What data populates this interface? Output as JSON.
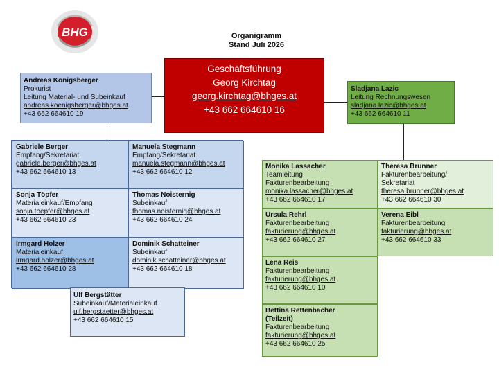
{
  "title": {
    "line1": "Organigramm",
    "line2": "Stand Juli 2026"
  },
  "logo": {
    "text": "BHG",
    "colors": {
      "red": "#d21f2b",
      "gray": "#b7b7b7"
    }
  },
  "ceo": {
    "role": "Geschäftsführung",
    "name": "Georg Kirchtag",
    "email": "georg.kirchtag@bhges.at",
    "phone": "+43 662 664610 16",
    "color": "#c00000"
  },
  "left_head": {
    "name": "Andreas Königsberger",
    "title": "Prokurist",
    "role": "Leitung Material- und Subeinkauf",
    "email": "andreas.koenigsberger@bhges.at",
    "phone": "+43 662 664610 19"
  },
  "right_head": {
    "name": "Sladjana Lazic",
    "role": "Leitung Rechnungswesen",
    "email": "sladjana.lazic@bhges.at",
    "phone": "+43 662 664610 11"
  },
  "left_staff": [
    {
      "name": "Gabriele Berger",
      "role": "Empfang/Sekretariat",
      "email": "gabriele.berger@bhges.at",
      "phone": "+43 662 664610 13"
    },
    {
      "name": "Manuela Stegmann",
      "role": "Empfang/Sekretariat",
      "email": "manuela.stegmann@bhges.at",
      "phone": "+43 662 664610 12"
    },
    {
      "name": "Sonja Töpfer",
      "role": "Materialeinkauf/Empfang",
      "email": "sonja.toepfer@bhges.at",
      "phone": "+43 662 664610 23"
    },
    {
      "name": "Thomas Noisternig",
      "role": "Subeinkauf",
      "email": "thomas.noisternig@bhges.at",
      "phone": "+43 662 664610 24"
    },
    {
      "name": "Irmgard Holzer",
      "role": "Materialeinkauf",
      "email": "irmgard.holzer@bhges.at",
      "phone": "+43 662 664610 28"
    },
    {
      "name": "Dominik Schatteiner",
      "role": "Subeinkauf",
      "email": "dominik.schatteiner@bhges.at",
      "phone": "+43 662 664610 18"
    },
    {
      "name": "Ulf Bergstätter",
      "role": "Subeinkauf/Materialeinkauf",
      "email": "ulf.bergstaetter@bhges.at",
      "phone": "+43 662 664610 15"
    }
  ],
  "right_staff": [
    {
      "name": "Monika Lassacher",
      "role1": "Teamleitung",
      "role2": "Fakturenbearbeitung",
      "email": "monika.lassacher@bhges.at",
      "phone": "+43 662 664610 17"
    },
    {
      "name": "Theresa Brunner",
      "role1": "Fakturenbearbeitung/",
      "role2": "Sekretariat",
      "email": "theresa.brunner@bhges.at",
      "phone": "+43 662 664610 30"
    },
    {
      "name": "Ursula Rehrl",
      "role1": "Fakturenbearbeitung",
      "email": "fakturierung@bhges.at",
      "phone": "+43 662 664610 27"
    },
    {
      "name": "Verena Eibl",
      "role1": "Fakturenbearbeitung",
      "email": "fakturierung@bhges.at",
      "phone": "+43 662 664610 33"
    },
    {
      "name": "Lena Reis",
      "role1": "Fakturenbearbeitung",
      "email": "fakturierung@bhges.at",
      "phone": "+43 662 664610 10"
    },
    {
      "name": "Bettina Rettenbacher",
      "name2": "(Teilzeit)",
      "role1": "Fakturenbearbeitung",
      "email": "fakturierung@bhges.at",
      "phone": "+43 662 664610 25"
    }
  ],
  "colors": {
    "blue_light": "#dce6f4",
    "blue_mid": "#c5d7ee",
    "blue_dark": "#9fc0e6",
    "blue_head": "#b4c6e7",
    "green_head": "#70ad47",
    "green_light": "#c6e0b4",
    "green_pale": "#e2efda"
  }
}
